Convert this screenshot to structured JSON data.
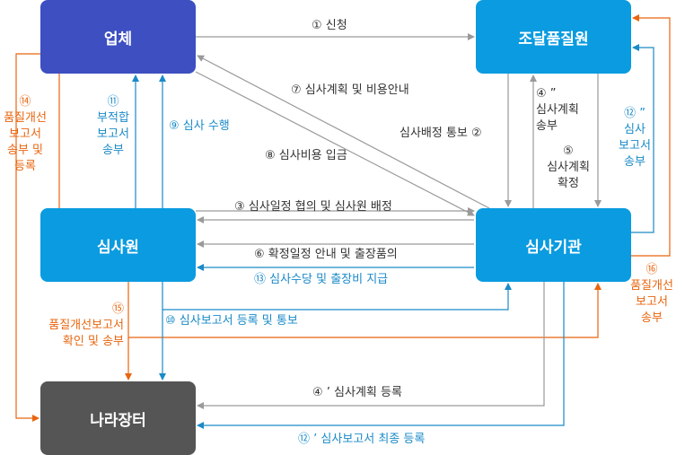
{
  "nodes": {
    "vendor": "업체",
    "pps": "조달품질원",
    "auditor": "심사원",
    "agency": "심사기관",
    "naramarket": "나라장터"
  },
  "steps": {
    "s1": "① 신청",
    "s7": "⑦ 심사계획 및 비용안내",
    "s2": "심사배정 통보 ②",
    "s8": "⑧ 심사비용 입금",
    "s4q": "④ ”\n심사계획\n송부",
    "s5": "⑤\n심사계획\n확정",
    "s12q": "⑫ ”\n심사\n보고서\n송부",
    "s14": "⑭\n품질개선\n보고서\n송부 및\n등록",
    "s11": "⑪\n부적합\n보고서\n송부",
    "s9": "⑨ 심사 수행",
    "s3": "③ 심사일정 협의 및 심사원 배정",
    "s6": "⑥ 확정일정 안내 및 출장품의",
    "s13": "⑬ 심사수당 및 출장비 지급",
    "s10": "⑩ 심사보고서 등록 및 통보",
    "s15": "⑮\n품질개선보고서\n확인 및 송부",
    "s16": "⑯\n품질개선\n보고서\n송부",
    "s4p": "④ ’ 심사계획 등록",
    "s12p": "⑫ ’ 심사보고서 최종 등록"
  },
  "colors": {
    "gray": "#9a9a9a",
    "blue": "#1a8ac8",
    "orange": "#e8650f"
  }
}
